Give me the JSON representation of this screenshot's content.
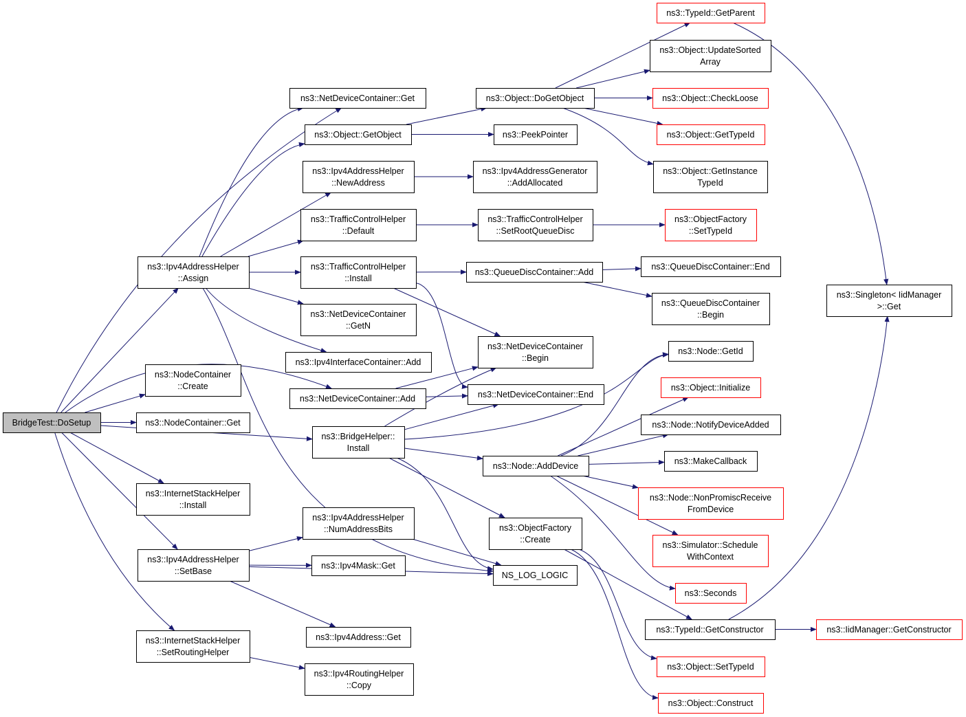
{
  "colors": {
    "edge": "#191970",
    "node_border": "#000000",
    "external_border": "#ff0000",
    "root_fill": "#bfbfbf"
  },
  "nodes": {
    "dosetup": [
      "BridgeTest::DoSetup"
    ],
    "ndc_get": [
      "ns3::NetDeviceContainer::Get"
    ],
    "obj_getobject": [
      "ns3::Object::GetObject"
    ],
    "ipv4ah_newaddress": [
      "ns3::Ipv4AddressHelper",
      "::NewAddress"
    ],
    "tch_default": [
      "ns3::TrafficControlHelper",
      "::Default"
    ],
    "ipv4ah_assign": [
      "ns3::Ipv4AddressHelper",
      "::Assign"
    ],
    "tch_install": [
      "ns3::TrafficControlHelper",
      "::Install"
    ],
    "ndc_getn": [
      "ns3::NetDeviceContainer",
      "::GetN"
    ],
    "ipv4ic_add": [
      "ns3::Ipv4InterfaceContainer::Add"
    ],
    "nc_create": [
      "ns3::NodeContainer",
      "::Create"
    ],
    "ndc_add": [
      "ns3::NetDeviceContainer::Add"
    ],
    "nc_get": [
      "ns3::NodeContainer::Get"
    ],
    "bh_install": [
      "ns3::BridgeHelper::",
      "Install"
    ],
    "ish_install": [
      "ns3::InternetStackHelper",
      "::Install"
    ],
    "ipv4ah_numaddressbits": [
      "ns3::Ipv4AddressHelper",
      "::NumAddressBits"
    ],
    "ipv4ah_setbase": [
      "ns3::Ipv4AddressHelper",
      "::SetBase"
    ],
    "ipv4mask_get": [
      "ns3::Ipv4Mask::Get"
    ],
    "ipv4address_get": [
      "ns3::Ipv4Address::Get"
    ],
    "ish_setroutinghelper": [
      "ns3::InternetStackHelper",
      "::SetRoutingHelper"
    ],
    "ipv4rh_copy": [
      "ns3::Ipv4RoutingHelper",
      "::Copy"
    ],
    "obj_dogetobject": [
      "ns3::Object::DoGetObject"
    ],
    "peekpointer": [
      "ns3::PeekPointer"
    ],
    "ipv4ag_addallocated": [
      "ns3::Ipv4AddressGenerator",
      "::AddAllocated"
    ],
    "tch_setrootqueuedisc": [
      "ns3::TrafficControlHelper",
      "::SetRootQueueDisc"
    ],
    "qdc_add": [
      "ns3::QueueDiscContainer::Add"
    ],
    "ndc_begin": [
      "ns3::NetDeviceContainer",
      "::Begin"
    ],
    "ndc_end": [
      "ns3::NetDeviceContainer::End"
    ],
    "node_adddevice": [
      "ns3::Node::AddDevice"
    ],
    "of_create": [
      "ns3::ObjectFactory",
      "::Create"
    ],
    "ns_log_logic": [
      "NS_LOG_LOGIC"
    ],
    "typeid_getparent": [
      "ns3::TypeId::GetParent"
    ],
    "obj_updatesortedarray": [
      "ns3::Object::UpdateSorted",
      "Array"
    ],
    "obj_checkloose": [
      "ns3::Object::CheckLoose"
    ],
    "obj_gettypeid": [
      "ns3::Object::GetTypeId"
    ],
    "obj_getinstancetypeid": [
      "ns3::Object::GetInstance",
      "TypeId"
    ],
    "of_settypeid": [
      "ns3::ObjectFactory",
      "::SetTypeId"
    ],
    "qdc_end": [
      "ns3::QueueDiscContainer::End"
    ],
    "qdc_begin": [
      "ns3::QueueDiscContainer",
      "::Begin"
    ],
    "node_getid": [
      "ns3::Node::GetId"
    ],
    "obj_initialize": [
      "ns3::Object::Initialize"
    ],
    "node_notifydeviceadded": [
      "ns3::Node::NotifyDeviceAdded"
    ],
    "makecallback": [
      "ns3::MakeCallback"
    ],
    "node_nonpromisc": [
      "ns3::Node::NonPromiscReceive",
      "FromDevice"
    ],
    "sim_schedulewithcontext": [
      "ns3::Simulator::Schedule",
      "WithContext"
    ],
    "seconds": [
      "ns3::Seconds"
    ],
    "typeid_getconstructor": [
      "ns3::TypeId::GetConstructor"
    ],
    "obj_settypeid": [
      "ns3::Object::SetTypeId"
    ],
    "obj_construct": [
      "ns3::Object::Construct"
    ],
    "singleton_get": [
      "ns3::Singleton< IidManager",
      ">::Get"
    ],
    "iidmanager_getconstructor": [
      "ns3::IidManager::GetConstructor"
    ]
  },
  "external_nodes": [
    "typeid_getparent",
    "obj_checkloose",
    "obj_gettypeid",
    "of_settypeid",
    "obj_initialize",
    "node_nonpromisc",
    "sim_schedulewithcontext",
    "seconds",
    "obj_settypeid",
    "obj_construct",
    "iidmanager_getconstructor"
  ],
  "root_node": "dosetup",
  "edges": [
    [
      "dosetup",
      "ndc_get"
    ],
    [
      "dosetup",
      "ipv4ah_assign"
    ],
    [
      "dosetup",
      "nc_create"
    ],
    [
      "dosetup",
      "ndc_add"
    ],
    [
      "dosetup",
      "nc_get"
    ],
    [
      "dosetup",
      "bh_install"
    ],
    [
      "dosetup",
      "ish_install"
    ],
    [
      "dosetup",
      "ipv4ah_setbase"
    ],
    [
      "dosetup",
      "ish_setroutinghelper"
    ],
    [
      "ipv4ah_assign",
      "ndc_get"
    ],
    [
      "ipv4ah_assign",
      "obj_getobject"
    ],
    [
      "ipv4ah_assign",
      "ipv4ah_newaddress"
    ],
    [
      "ipv4ah_assign",
      "tch_default"
    ],
    [
      "ipv4ah_assign",
      "tch_install"
    ],
    [
      "ipv4ah_assign",
      "ndc_getn"
    ],
    [
      "ipv4ah_assign",
      "ipv4ic_add"
    ],
    [
      "ipv4ah_assign",
      "ns_log_logic"
    ],
    [
      "obj_getobject",
      "obj_dogetobject"
    ],
    [
      "obj_getobject",
      "peekpointer"
    ],
    [
      "ipv4ah_newaddress",
      "ipv4ag_addallocated"
    ],
    [
      "tch_default",
      "tch_setrootqueuedisc"
    ],
    [
      "tch_setrootqueuedisc",
      "of_settypeid"
    ],
    [
      "tch_install",
      "qdc_add"
    ],
    [
      "tch_install",
      "ndc_begin"
    ],
    [
      "tch_install",
      "ndc_end"
    ],
    [
      "qdc_add",
      "qdc_end"
    ],
    [
      "qdc_add",
      "qdc_begin"
    ],
    [
      "ndc_add",
      "ndc_begin"
    ],
    [
      "ndc_add",
      "ndc_end"
    ],
    [
      "bh_install",
      "ndc_begin"
    ],
    [
      "bh_install",
      "ndc_end"
    ],
    [
      "bh_install",
      "node_getid"
    ],
    [
      "bh_install",
      "node_adddevice"
    ],
    [
      "bh_install",
      "of_create"
    ],
    [
      "bh_install",
      "ns_log_logic"
    ],
    [
      "ipv4ah_setbase",
      "ipv4ah_numaddressbits"
    ],
    [
      "ipv4ah_setbase",
      "ipv4mask_get"
    ],
    [
      "ipv4ah_setbase",
      "ns_log_logic"
    ],
    [
      "ipv4ah_setbase",
      "ipv4address_get"
    ],
    [
      "ipv4ah_numaddressbits",
      "ns_log_logic"
    ],
    [
      "ish_setroutinghelper",
      "ipv4rh_copy"
    ],
    [
      "obj_dogetobject",
      "typeid_getparent"
    ],
    [
      "obj_dogetobject",
      "obj_updatesortedarray"
    ],
    [
      "obj_dogetobject",
      "obj_checkloose"
    ],
    [
      "obj_dogetobject",
      "obj_gettypeid"
    ],
    [
      "obj_dogetobject",
      "obj_getinstancetypeid"
    ],
    [
      "typeid_getparent",
      "singleton_get"
    ],
    [
      "node_adddevice",
      "node_getid"
    ],
    [
      "node_adddevice",
      "obj_initialize"
    ],
    [
      "node_adddevice",
      "node_notifydeviceadded"
    ],
    [
      "node_adddevice",
      "makecallback"
    ],
    [
      "node_adddevice",
      "node_nonpromisc"
    ],
    [
      "node_adddevice",
      "sim_schedulewithcontext"
    ],
    [
      "node_adddevice",
      "seconds"
    ],
    [
      "of_create",
      "typeid_getconstructor"
    ],
    [
      "of_create",
      "obj_settypeid"
    ],
    [
      "of_create",
      "obj_construct"
    ],
    [
      "typeid_getconstructor",
      "singleton_get"
    ],
    [
      "typeid_getconstructor",
      "iidmanager_getconstructor"
    ]
  ]
}
